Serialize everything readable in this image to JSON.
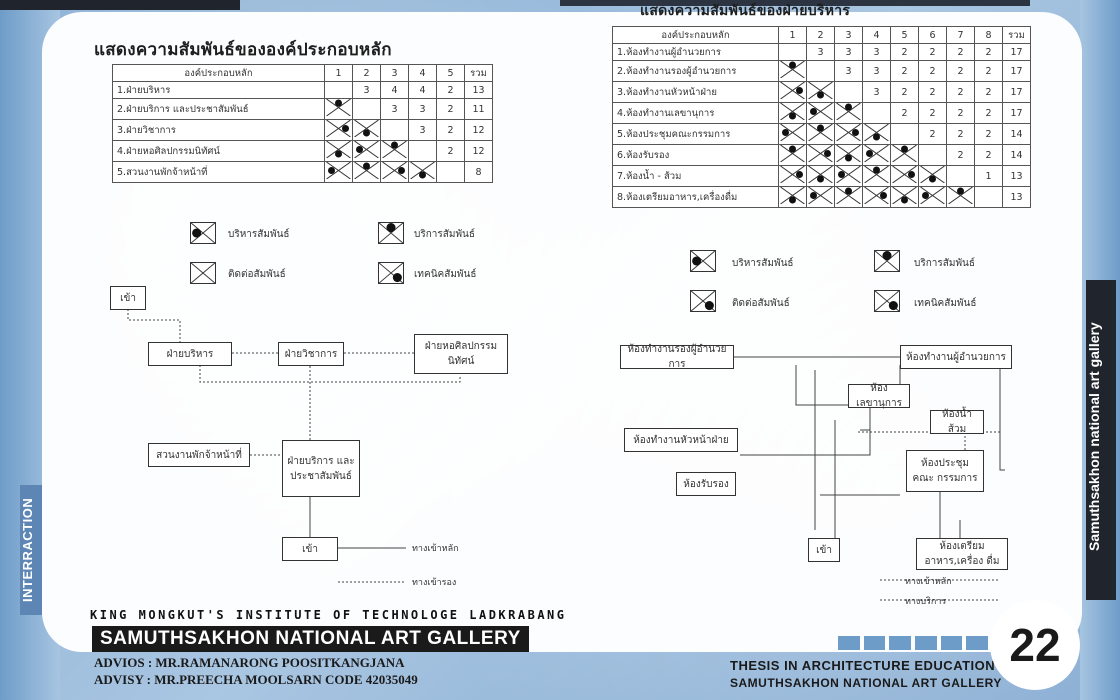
{
  "left_section": {
    "title": "แสดงความสัมพันธ์ขององค์ประกอบหลัก",
    "table": {
      "headers": [
        "องค์ประกอบหลัก",
        "1",
        "2",
        "3",
        "4",
        "5",
        "รวม"
      ],
      "rows": [
        {
          "label": "1.ฝ่ายบริหาร",
          "cells": [
            "",
            "3",
            "4",
            "4",
            "2"
          ],
          "total": "13"
        },
        {
          "label": "2.ฝ่ายบริการ และประชาสัมพันธ์",
          "cells": [
            "",
            "",
            "3",
            "3",
            "2"
          ],
          "total": "11"
        },
        {
          "label": "3.ฝ่ายวิชาการ",
          "cells": [
            "",
            "",
            "",
            "3",
            "2"
          ],
          "total": "12"
        },
        {
          "label": "4.ฝ่ายหอศิลปกรรมนิทัศน์",
          "cells": [
            "",
            "",
            "",
            "",
            "2"
          ],
          "total": "12"
        },
        {
          "label": "5.สวนงานพักจ้าหน้าที่",
          "cells": [
            "",
            "",
            "",
            "",
            ""
          ],
          "total": "8"
        }
      ]
    },
    "legend": [
      {
        "label": "บริหารสัมพันธ์"
      },
      {
        "label": "บริการสัมพันธ์"
      },
      {
        "label": "ติดต่อสัมพันธ์"
      },
      {
        "label": "เทคนิคสัมพันธ์"
      }
    ],
    "nodes": {
      "entry_top": "เข้า",
      "admin": "ฝ่ายบริหาร",
      "academic": "ฝ่ายวิชาการ",
      "gallery": "ฝ่ายหอศิลปกรรม นิทัศน์",
      "staff": "สวนงานพักจ้าหน้าที่",
      "service": "ฝ่ายบริการ และ ประชาสัมพันธ์",
      "entry_bottom": "เข้า"
    },
    "edge_labels": {
      "main": "ทางเข้าหลัก",
      "secondary": "ทางเข้ารอง"
    }
  },
  "right_section": {
    "title": "แสดงความสัมพันธ์ของฝ่ายบริหาร",
    "table": {
      "headers": [
        "องค์ประกอบหลัก",
        "1",
        "2",
        "3",
        "4",
        "5",
        "6",
        "7",
        "8",
        "รวม"
      ],
      "rows": [
        {
          "label": "1.ห้องทำงานผู้อำนวยการ",
          "cells": [
            "",
            "3",
            "3",
            "3",
            "2",
            "2",
            "2",
            "2"
          ],
          "total": "17"
        },
        {
          "label": "2.ห้องทำงานรองผู้อำนวยการ",
          "cells": [
            "",
            "",
            "3",
            "3",
            "2",
            "2",
            "2",
            "2"
          ],
          "total": "17"
        },
        {
          "label": "3.ห้องทำงานหัวหน้าฝ่าย",
          "cells": [
            "",
            "",
            "",
            "3",
            "2",
            "2",
            "2",
            "2"
          ],
          "total": "17"
        },
        {
          "label": "4.ห้องทำงานเลขานุการ",
          "cells": [
            "",
            "",
            "",
            "",
            "2",
            "2",
            "2",
            "2"
          ],
          "total": "17"
        },
        {
          "label": "5.ห้องประชุมคณะกรรมการ",
          "cells": [
            "",
            "",
            "",
            "",
            "",
            "2",
            "2",
            "2"
          ],
          "total": "14"
        },
        {
          "label": "6.ห้องรับรอง",
          "cells": [
            "",
            "",
            "",
            "",
            "",
            "",
            "2",
            "2"
          ],
          "total": "14"
        },
        {
          "label": "7.ห้องน้ำ - ส้วม",
          "cells": [
            "",
            "",
            "",
            "",
            "",
            "",
            "",
            "1"
          ],
          "total": "13"
        },
        {
          "label": "8.ห้องเตรียมอาหาร,เครื่องดื่ม",
          "cells": [
            "",
            "",
            "",
            "",
            "",
            "",
            "",
            ""
          ],
          "total": "13"
        }
      ]
    },
    "legend": [
      {
        "label": "บริหารสัมพันธ์"
      },
      {
        "label": "บริการสัมพันธ์"
      },
      {
        "label": "ติดต่อสัมพันธ์"
      },
      {
        "label": "เทคนิคสัมพันธ์"
      }
    ],
    "nodes": {
      "deputy": "ห้องทำงานรองผู้อำนวยการ",
      "director": "ห้องทำงานผู้อำนวยการ",
      "secretary": "ห้องเลขานุการ",
      "toilet": "ห้องน้ำส้วม",
      "head": "ห้องทำงานหัวหน้าฝ่าย",
      "meeting": "ห้องประชุมคณะ กรรมการ",
      "reception": "ห้องรับรอง",
      "entry": "เข้า",
      "pantry": "ห้องเตรียมอาหาร,เครื่อง ดื่ม"
    },
    "edge_labels": {
      "main": "ทางเข้าหลัก",
      "service": "ทางบริการ"
    }
  },
  "sidebar": {
    "left_label": "INTERRACTION",
    "right_label": "Samuthsakhon national art gallery"
  },
  "footer": {
    "institute": "KING MONGKUT'S INSTITUTE OF TECHNOLOGE LADKRABANG",
    "project": "SAMUTHSAKHON NATIONAL ART GALLERY",
    "advisor": "ADVIOS : MR.RAMANARONG POOSITKANGJANA",
    "advisee": "ADVISY : MR.PREECHA MOOLSARN CODE 42035049",
    "thesis_line1": "THESIS IN ARCHITECTURE EDUCATION",
    "thesis_line2": "SAMUTHSAKHON NATIONAL ART GALLERY",
    "page_number": "22"
  },
  "colors": {
    "background": "#8fb4d8",
    "panel": "#ffffff",
    "dark": "#1a1a1a"
  }
}
